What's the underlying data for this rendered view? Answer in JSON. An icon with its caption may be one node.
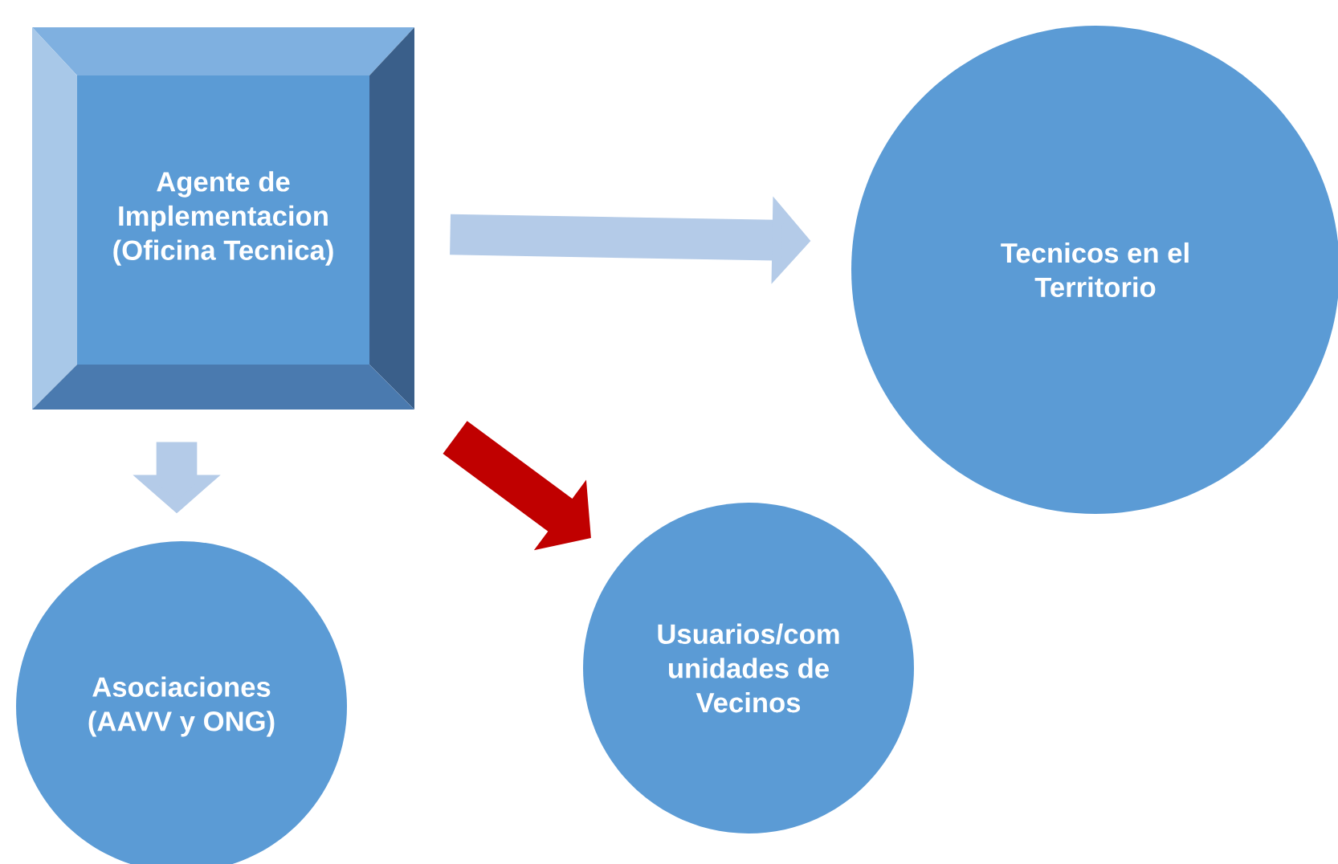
{
  "diagram": {
    "nodes": [
      {
        "text": [
          "Agente de Implementacion (Oficina Tecnica)"
        ]
      },
      {
        "text": [
          "Tecnicos en el Territorio"
        ]
      },
      {
        "text": [
          "Asociaciones (AAVV y ONG)"
        ]
      },
      {
        "text": [
          "Usuarios/com unidades de Vecinos"
        ]
      }
    ],
    "edges": [
      {
        "from": 0,
        "to": 1,
        "arrow": "to"
      },
      {
        "from": 0,
        "to": 2,
        "arrow": "to"
      },
      {
        "from": 0,
        "to": 3,
        "arrow": "to",
        "color": "#c00000"
      }
    ]
  }
}
